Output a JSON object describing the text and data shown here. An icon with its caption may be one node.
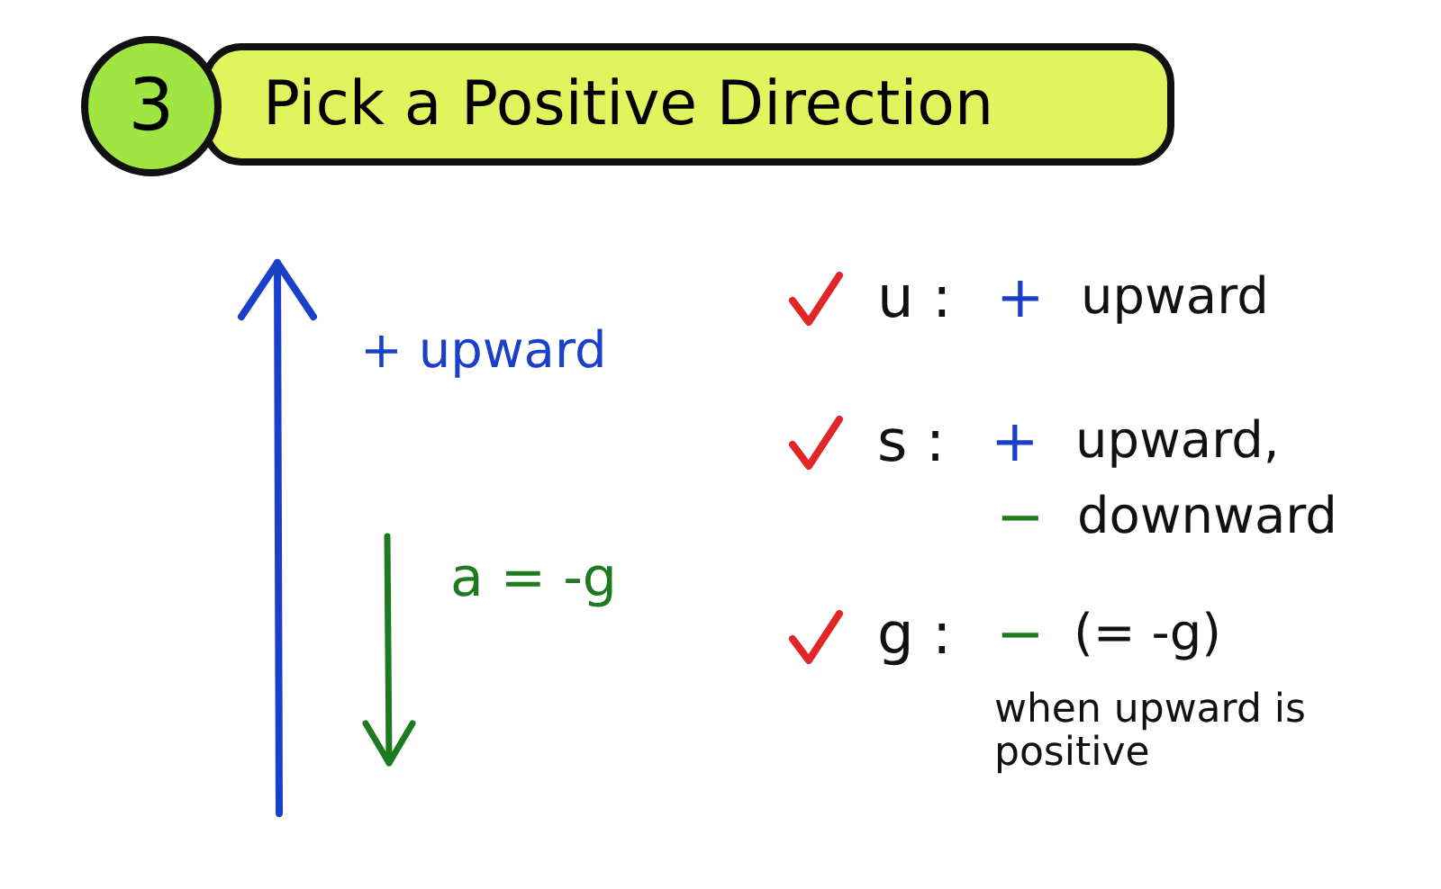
{
  "diagram": {
    "nodes": [
      {
        "text": [
          "3"
        ]
      },
      {
        "text": [
          "Pick a Positive Direction"
        ]
      }
    ],
    "labels": [
      "u :",
      "+",
      "upward",
      "+ upward",
      "s :",
      "+",
      "upward,",
      "−",
      "downward",
      "a = -g",
      "g :",
      "−",
      "(= -g)",
      "when upward is positive"
    ]
  }
}
